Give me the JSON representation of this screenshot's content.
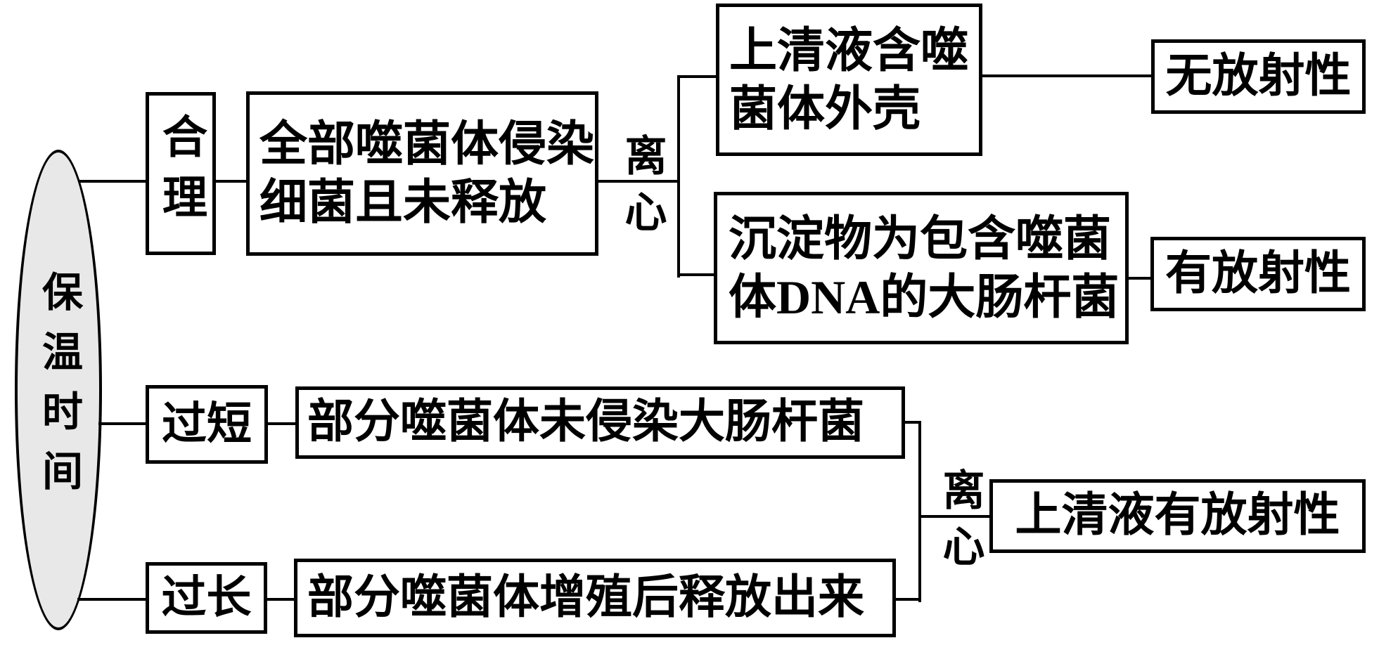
{
  "root": {
    "label": "保温时间"
  },
  "branches": {
    "reasonable": {
      "label": "合理",
      "result_line1": "全部噬菌体侵染",
      "result_line2": "细菌且未释放"
    },
    "too_short": {
      "label": "过短",
      "result": "部分噬菌体未侵染大肠杆菌"
    },
    "too_long": {
      "label": "过长",
      "result": "部分噬菌体增殖后释放出来"
    }
  },
  "centrifuge": {
    "label": "离心"
  },
  "outcomes": {
    "supernatant_shell": {
      "line1": "上清液含噬",
      "line2": "菌体外壳",
      "radioactivity": "无放射性"
    },
    "sediment": {
      "line1": "沉淀物为包含噬菌",
      "line2": "体DNA的大肠杆菌",
      "radioactivity": "有放射性"
    },
    "supernatant_radioactive": "上清液有放射性"
  },
  "colors": {
    "background": "#ffffff",
    "ellipse_fill": "#e8e8e8",
    "stroke": "#000000"
  }
}
